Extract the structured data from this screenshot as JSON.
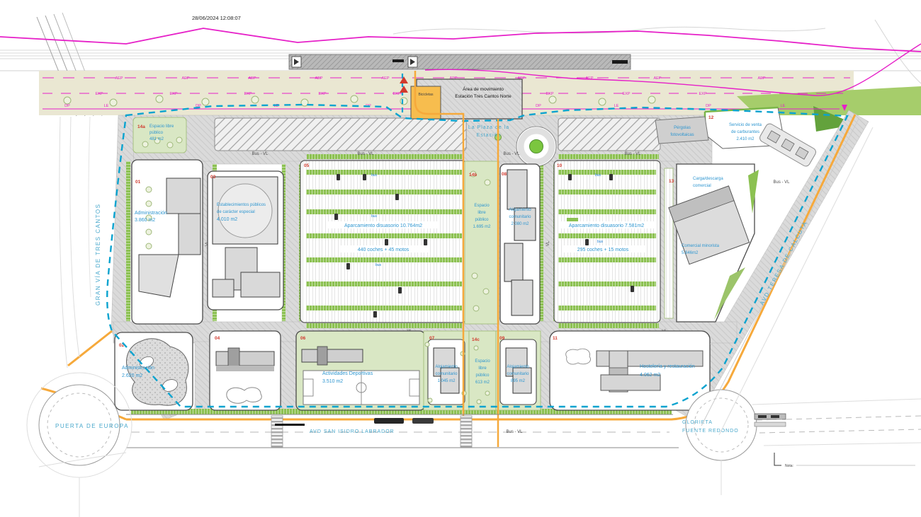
{
  "title_block": {
    "timestamp": "28/06/2024 12:08:07"
  },
  "station": {
    "movement_area_line1": "Área de movimiento",
    "movement_area_line2": "Estación Tres Cantos Norte",
    "bicycles": "Bicicletas",
    "plaza_line1": "La Plaza de la",
    "plaza_line2": "Estación"
  },
  "streets": {
    "gran_via": "GRAN VÍA DE TRES CANTOS",
    "teresa_calcuta": "AVD TERESA DE CALCUTA",
    "san_isidro": "AVD SAN ISIDRO LABRADOR",
    "puerta_europa": "PUERTA DE EUROPA",
    "glorieta_line1": "GLORIETA",
    "glorieta_line2": "FUENTE REDONDO"
  },
  "road_labels": {
    "bus_vl": "Bus - VL",
    "vl": "VL",
    "bus_marker": "bus"
  },
  "corridor_labels": {
    "aep": "AEP",
    "exp": "EXP",
    "le": "LE",
    "dp": "DP"
  },
  "zones": {
    "z14a": {
      "num": "14a",
      "l1": "Espacio libre",
      "l2": "público",
      "area": "481 m2"
    },
    "z01": {
      "num": "01",
      "name": "Administración",
      "area": "3.860 m2"
    },
    "z02": {
      "num": "02",
      "name": "Administración",
      "area": "2.620 m2"
    },
    "z03": {
      "num": "03",
      "l1": "Establecimientos públicos",
      "l2": "de carácter especial",
      "area": "4.010 m2"
    },
    "z04": {
      "num": "04"
    },
    "z05": {
      "num": "05",
      "name": "Aparcamiento disuasorio 10.764m2",
      "capacity": "440 coches + 45 motos"
    },
    "z06": {
      "num": "06",
      "name": "Actividades Deportivas",
      "area": "3.510 m2"
    },
    "z07": {
      "num": "07",
      "l1": "Alojamiento",
      "l2": "comunitario",
      "area": "1.045 m2"
    },
    "z08": {
      "num": "08",
      "l1": "Alojamiento",
      "l2": "comunitario",
      "area": "2.080 m2"
    },
    "z09": {
      "num": "09",
      "l1": "Alojamiento",
      "l2": "comunitario",
      "area": "895 m2"
    },
    "z10": {
      "num": "10",
      "name": "Aparcamiento disuasorio 7.581m2",
      "capacity": "295 coches + 15 motos"
    },
    "z11": {
      "num": "11",
      "name": "Hostelería y restauración",
      "area": "4.062 m2"
    },
    "z12": {
      "num": "12",
      "l1": "Servicio de venta",
      "l2": "de carburantes",
      "area": "2.410 m2"
    },
    "z13": {
      "num": "13",
      "l1": "Carga/descarga",
      "l2": "comercial"
    },
    "z14b": {
      "num": "14b",
      "l1": "Espacio",
      "l2": "libre",
      "l3": "público",
      "area": "1.695 m2"
    },
    "z14c": {
      "num": "14c",
      "l1": "Espacio",
      "l2": "libre",
      "l3": "público",
      "area": "613 m2"
    }
  },
  "buildings": {
    "comercial_l1": "Comercial minorista",
    "comercial_area": "5.846m2",
    "pergolas_l1": "Pérgolas",
    "pergolas_l2": "fotovoltaicas"
  },
  "notes": {
    "footnote": "Nota:"
  },
  "colors": {
    "magenta": "#e620c8",
    "cyan_boundary": "#0aa3cf",
    "orange": "#f6a93b",
    "zone_green": "#d9e7c4",
    "strip_green": "#8cc152",
    "label_blue": "#2e96d0",
    "zone_num_red": "#d03a2e",
    "road_gray": "#dadada",
    "corridor_beige": "#eae7d2"
  }
}
